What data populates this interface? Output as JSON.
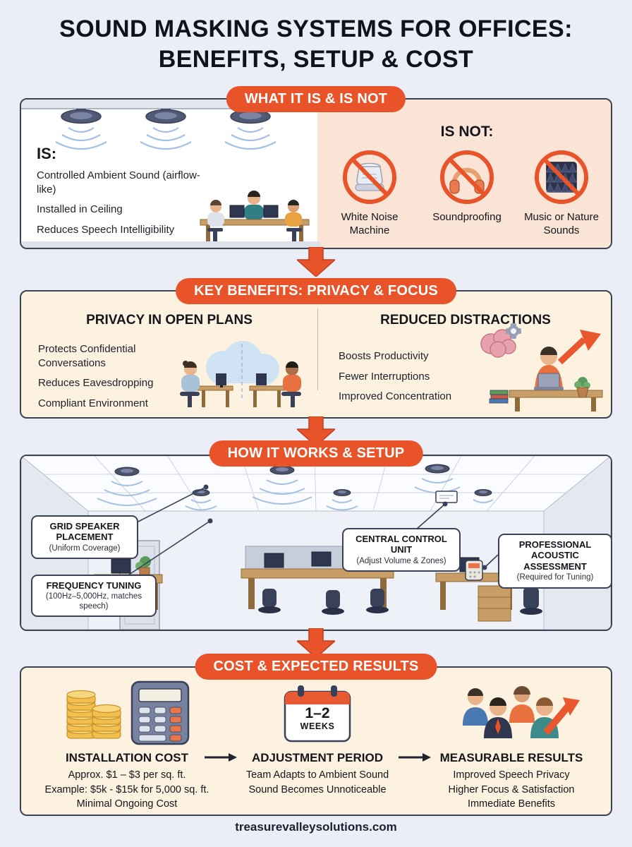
{
  "page": {
    "title_line1": "SOUND MASKING SYSTEMS FOR OFFICES:",
    "title_line2": "BENEFITS, SETUP & COST",
    "footer": "treasurevalleysolutions.com"
  },
  "colors": {
    "accent_orange": "#e8532a",
    "cream_panel": "#fdf1df",
    "peach_panel": "#fae4d6",
    "page_background": "#ebeef7",
    "panel_border": "#3a4254"
  },
  "sections": {
    "what_it_is": {
      "badge": "WHAT IT IS & IS NOT",
      "is_heading": "IS:",
      "is_items": [
        "Controlled Ambient Sound (airflow-like)",
        "Installed in Ceiling",
        "Reduces Speech Intelligibility"
      ],
      "is_not_heading": "IS NOT:",
      "is_not_items": [
        {
          "label": "White Noise Machine",
          "icon": "white-noise-machine-icon"
        },
        {
          "label": "Soundproofing",
          "icon": "headphones-icon"
        },
        {
          "label": "Music or Nature Sounds",
          "icon": "acoustic-foam-icon"
        }
      ]
    },
    "benefits": {
      "badge": "KEY BENEFITS: PRIVACY & FOCUS",
      "privacy_heading": "PRIVACY IN OPEN PLANS",
      "privacy_items": [
        "Protects Confidential Conversations",
        "Reduces Eavesdropping",
        "Compliant Environment"
      ],
      "distraction_heading": "REDUCED DISTRACTIONS",
      "distraction_items": [
        "Boosts Productivity",
        "Fewer Interruptions",
        "Improved Concentration"
      ]
    },
    "setup": {
      "badge": "HOW IT WORKS & SETUP",
      "callouts": [
        {
          "title": "GRID SPEAKER PLACEMENT",
          "subtitle": "(Uniform Coverage)"
        },
        {
          "title": "FREQUENCY TUNING",
          "subtitle": "(100Hz–5,000Hz, matches speech)"
        },
        {
          "title": "CENTRAL CONTROL UNIT",
          "subtitle": "(Adjust Volume & Zones)"
        },
        {
          "title": "PROFESSIONAL ACOUSTIC ASSESSMENT",
          "subtitle": "(Required for Tuning)"
        }
      ]
    },
    "cost": {
      "badge": "COST & EXPECTED RESULTS",
      "calendar_top": "1–2",
      "calendar_bottom": "WEEKS",
      "columns": [
        {
          "heading": "INSTALLATION COST",
          "icon": "coins-calculator-icon",
          "lines": [
            "Approx. $1 – $3 per sq. ft.",
            "Example: $5k - $15k for 5,000 sq. ft.",
            "Minimal Ongoing Cost"
          ]
        },
        {
          "heading": "ADJUSTMENT PERIOD",
          "icon": "calendar-icon",
          "lines": [
            "Team Adapts to Ambient Sound",
            "Sound Becomes Unnoticeable"
          ]
        },
        {
          "heading": "MEASURABLE RESULTS",
          "icon": "team-results-icon",
          "lines": [
            "Improved Speech Privacy",
            "Higher Focus & Satisfaction",
            "Immediate Benefits"
          ]
        }
      ]
    }
  }
}
